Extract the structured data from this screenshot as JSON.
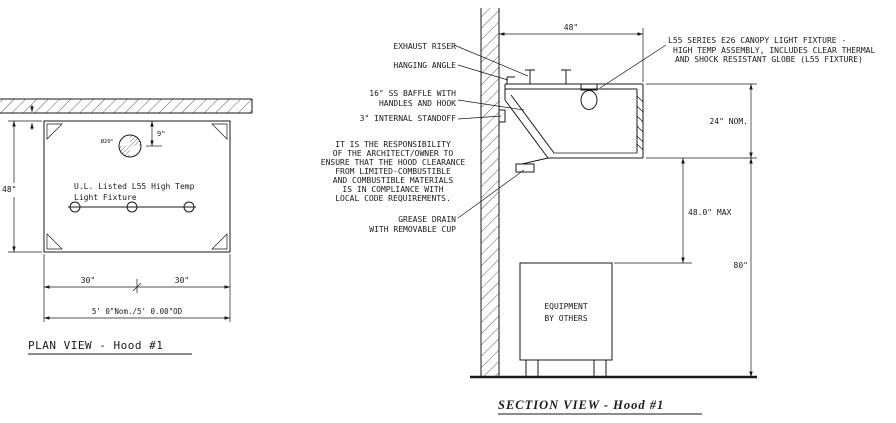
{
  "plan": {
    "title": "PLAN VIEW  -  Hood #1",
    "height_dim": "48\"",
    "riser_offset_dim": "9\"",
    "riser_dia": "Ø20\"",
    "fixture_note_line1": "U.L. Listed L55 High Temp",
    "fixture_note_line2": "Light Fixture",
    "half_width_left": "30\"",
    "half_width_right": "30\"",
    "overall_width": "5' 0\"Nom./5' 0.00\"OD"
  },
  "section": {
    "title": "SECTION VIEW  -  Hood #1",
    "top_width_dim": "48\"",
    "exhaust_riser_label": "EXHAUST RISER",
    "hanging_angle_label": "HANGING ANGLE",
    "baffle_label_line1": "16\" SS BAFFLE WITH",
    "baffle_label_line2": "HANDLES AND HOOK",
    "standoff_label": "3\" INTERNAL STANDOFF",
    "responsibility_note": [
      "IT IS THE RESPONSIBILITY",
      "OF THE ARCHITECT/OWNER TO",
      "ENSURE THAT THE HOOD CLEARANCE",
      "FROM LIMITED-COMBUSTIBLE",
      "AND COMBUSTIBLE MATERIALS",
      "IS IN COMPLIANCE WITH",
      "LOCAL CODE REQUIREMENTS."
    ],
    "grease_label_line1": "GREASE DRAIN",
    "grease_label_line2": "WITH REMOVABLE CUP",
    "light_note": [
      "L55 SERIES E26 CANOPY LIGHT FIXTURE -",
      "HIGH TEMP ASSEMBLY, INCLUDES CLEAR THERMAL",
      "AND SHOCK RESISTANT GLOBE (L55 FIXTURE)"
    ],
    "hood_height_dim": "24\" NOM.",
    "clearance_dim": "48.0\" MAX",
    "floor_dim": "80\"",
    "equipment_line1": "EQUIPMENT",
    "equipment_line2": "BY OTHERS"
  },
  "colors": {
    "line": "#1a1a1a",
    "background": "#ffffff"
  }
}
